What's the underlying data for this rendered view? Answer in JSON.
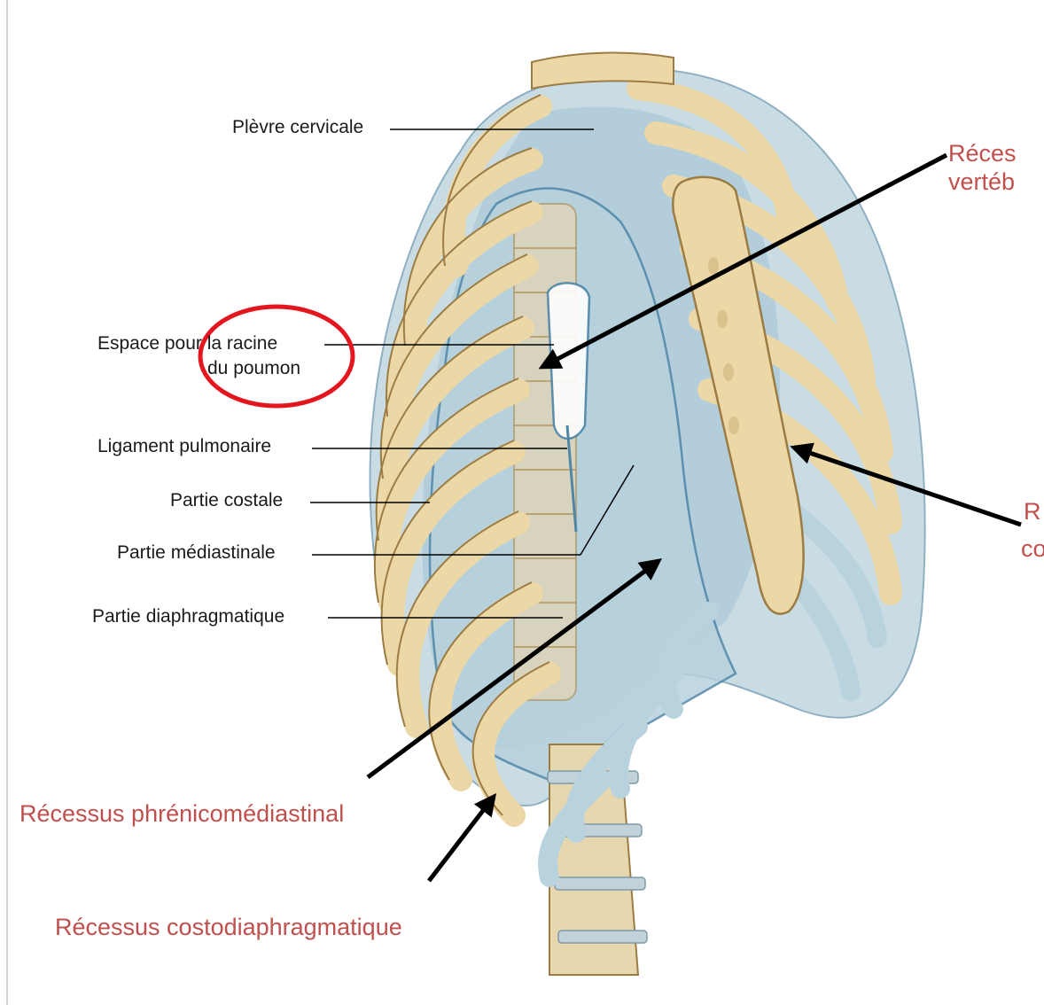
{
  "labels": {
    "plevre_cervicale": "Plèvre cervicale",
    "espace_racine_line1": "Espace pour la racine",
    "espace_racine_line2": "du poumon",
    "ligament_pulmonaire": "Ligament pulmonaire",
    "partie_costale": "Partie costale",
    "partie_mediastinale": "Partie médiastinale",
    "partie_diaphragmatique": "Partie diaphragmatique"
  },
  "annotations": {
    "recessus_vertebral_line1": "Réces",
    "recessus_vertebral_line2": "vertéb",
    "recessus_right_line1": "R",
    "recessus_right_line2": "co",
    "recessus_phrenicomediastinal": "Récessus phrénicomédiastinal",
    "recessus_costodiaphragmatique": "Récessus costodiaphragmatique"
  },
  "colors": {
    "annotation_red": "#c0504d",
    "bone": "#ecd8a6",
    "bone_outline": "#9b7c44",
    "pleura": "#a9c7d6",
    "pleura_outline": "#4f86a8",
    "arrow": "#000000"
  }
}
